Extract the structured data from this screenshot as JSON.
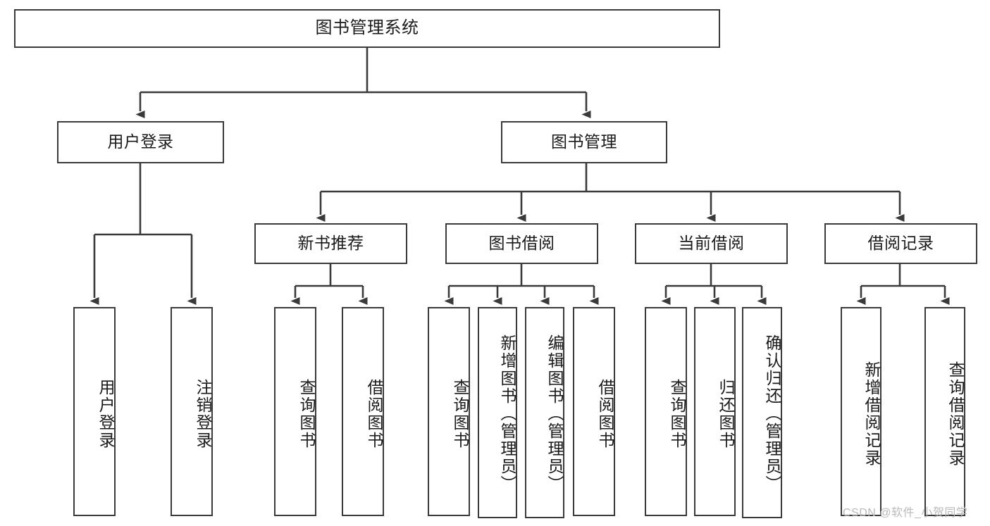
{
  "diagram": {
    "type": "tree-hierarchy",
    "title": "图书管理系统",
    "line_color": "#3a3a3a",
    "box_fill": "#ffffff",
    "text_color": "#1a1a1a",
    "background": "#ffffff",
    "nodes": {
      "root": {
        "label": "图书管理系统"
      },
      "level2": [
        {
          "id": "user-login",
          "label": "用户登录"
        },
        {
          "id": "book-manage",
          "label": "图书管理"
        }
      ],
      "level3": [
        {
          "id": "new-book-recommend",
          "label": "新书推荐"
        },
        {
          "id": "book-borrow",
          "label": "图书借阅"
        },
        {
          "id": "current-borrow",
          "label": "当前借阅"
        },
        {
          "id": "borrow-record",
          "label": "借阅记录"
        }
      ],
      "leaves": {
        "user_login": [
          {
            "id": "leaf-user-login",
            "label": "用户登录"
          },
          {
            "id": "leaf-user-logout",
            "label": "注销登录"
          }
        ],
        "new_book_recommend": [
          {
            "id": "leaf-query-book-1",
            "label": "查询图书"
          },
          {
            "id": "leaf-borrow-book-1",
            "label": "借阅图书"
          }
        ],
        "book_borrow": [
          {
            "id": "leaf-query-book-2",
            "label": "查询图书"
          },
          {
            "id": "leaf-add-book",
            "label": "新增图书（管理员）"
          },
          {
            "id": "leaf-edit-book",
            "label": "编辑图书（管理员）"
          },
          {
            "id": "leaf-borrow-book-2",
            "label": "借阅图书"
          }
        ],
        "current_borrow": [
          {
            "id": "leaf-query-book-3",
            "label": "查询图书"
          },
          {
            "id": "leaf-return-book",
            "label": "归还图书"
          },
          {
            "id": "leaf-confirm-return",
            "label": "确认归还（管理员）"
          }
        ],
        "borrow_record": [
          {
            "id": "leaf-add-borrow-record",
            "label": "新增借阅记录"
          },
          {
            "id": "leaf-query-borrow-record",
            "label": "查询借阅记录"
          }
        ]
      }
    }
  },
  "watermark": {
    "text": "CSDN @软件_小贺同学"
  }
}
